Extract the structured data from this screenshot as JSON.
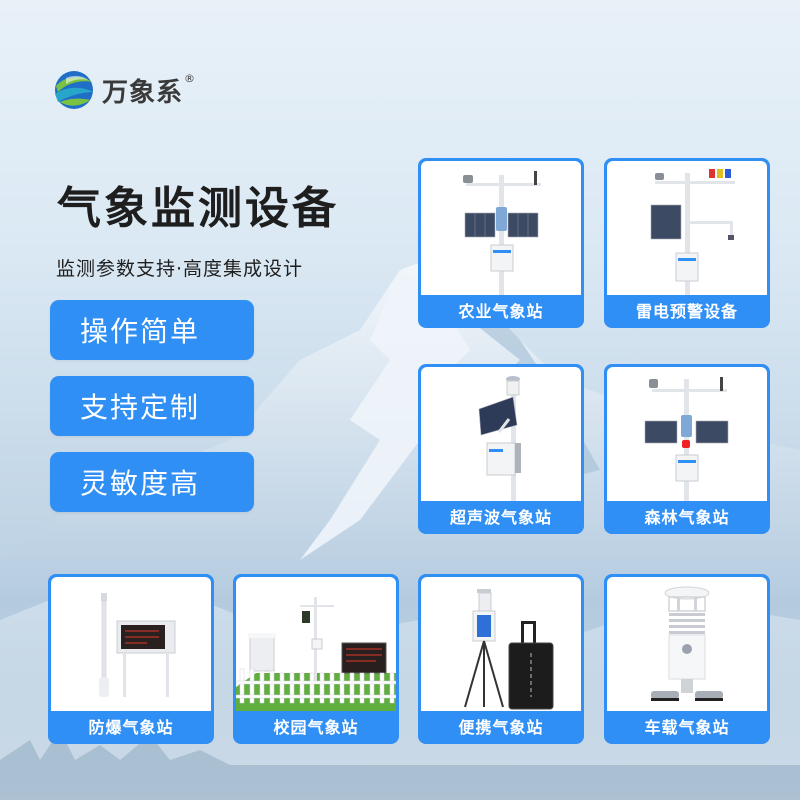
{
  "brand": {
    "name": "万象系",
    "registered_mark": "®",
    "logo_icon": "globe-swirl-icon",
    "colors": {
      "blue": "#1f6fc7",
      "green": "#7cc242",
      "teal": "#27a6c9"
    }
  },
  "hero": {
    "title": "气象监测设备",
    "subtitle": "监测参数支持·高度集成设计"
  },
  "features": [
    {
      "label": "操作简单"
    },
    {
      "label": "支持定制"
    },
    {
      "label": "灵敏度高"
    }
  ],
  "products": [
    {
      "label": "农业气象站",
      "icon": "solar-weather-station-icon"
    },
    {
      "label": "雷电预警设备",
      "icon": "lightning-warning-station-icon"
    },
    {
      "label": "超声波气象站",
      "icon": "ultrasonic-weather-station-icon"
    },
    {
      "label": "森林气象站",
      "icon": "forest-weather-station-icon"
    },
    {
      "label": "防爆气象站",
      "icon": "explosion-proof-station-icon"
    },
    {
      "label": "校园气象站",
      "icon": "campus-weather-station-icon"
    },
    {
      "label": "便携气象站",
      "icon": "portable-weather-station-icon"
    },
    {
      "label": "车载气象站",
      "icon": "vehicle-weather-sensor-icon"
    }
  ],
  "theme": {
    "accent": "#2f8ff5",
    "text_dark": "#1e1e1e",
    "card_bg": "#ffffff"
  }
}
